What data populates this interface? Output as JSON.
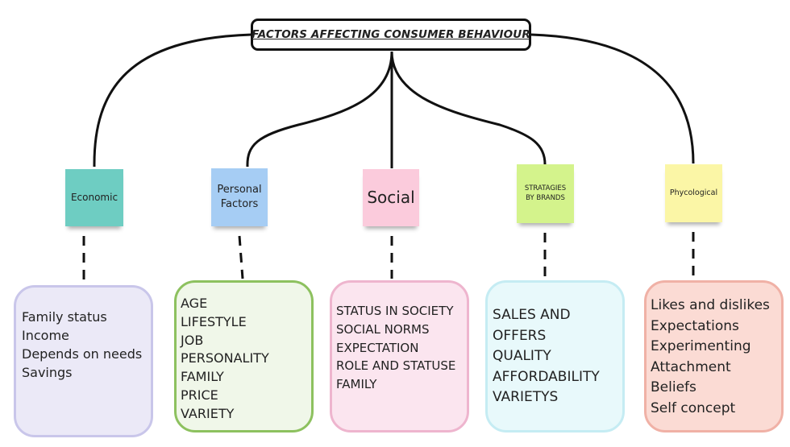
{
  "title": "FACTORS AFFECTING CONSUMER BEHAVIOUR",
  "categories": [
    {
      "label": "Economic",
      "note_color": "#6ecdc2",
      "box_border": "#c9c6ea",
      "box_fill": "#ebe9f7",
      "items": [
        "Family status",
        "Income",
        "Depends on needs",
        "Savings"
      ]
    },
    {
      "label": "Personal Factors",
      "note_color": "#a6cdf4",
      "box_border": "#8dc15f",
      "box_fill": "#f0f7e9",
      "items": [
        "AGE",
        "LIFESTYLE",
        "JOB",
        "PERSONALITY",
        "FAMILY",
        "PRICE",
        "VARIETY"
      ]
    },
    {
      "label": "Social",
      "note_color": "#fbcbdc",
      "box_border": "#eeb5ce",
      "box_fill": "#fbe5ef",
      "items": [
        "STATUS IN SOCIETY",
        "SOCIAL NORMS",
        "EXPECTATION",
        "ROLE AND STATUSE",
        "FAMILY"
      ]
    },
    {
      "label": "STRATAGIES BY BRANDS",
      "note_color": "#d4f38c",
      "box_border": "#c5ecf3",
      "box_fill": "#e8f9fb",
      "items": [
        "SALES AND",
        "OFFERS",
        "QUALITY",
        "AFFORDABILITY",
        "VARIETYS"
      ]
    },
    {
      "label": "Phycological",
      "note_color": "#fbf6a6",
      "box_border": "#f0b1a6",
      "box_fill": "#fbdbd4",
      "items": [
        "Likes and dislikes",
        "Expectations",
        "Experimenting",
        "Attachment",
        "Beliefs",
        "Self concept"
      ]
    }
  ]
}
